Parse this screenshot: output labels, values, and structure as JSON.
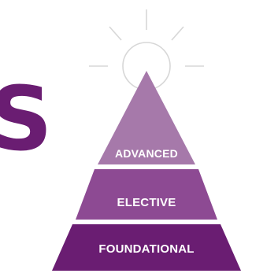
{
  "heading": {
    "visible_fragment": "S"
  },
  "pyramid": {
    "tiers": [
      {
        "label": "ADVANCED",
        "color": "#a679aa"
      },
      {
        "label": "ELECTIVE",
        "color": "#8d4a93"
      },
      {
        "label": "FOUNDATIONAL",
        "color": "#6a1d72"
      }
    ],
    "sun": {
      "icon": "sun-icon",
      "color": "#d7d7d7"
    }
  },
  "colors": {
    "brand_purple": "#6a1d72",
    "background": "#ffffff"
  }
}
